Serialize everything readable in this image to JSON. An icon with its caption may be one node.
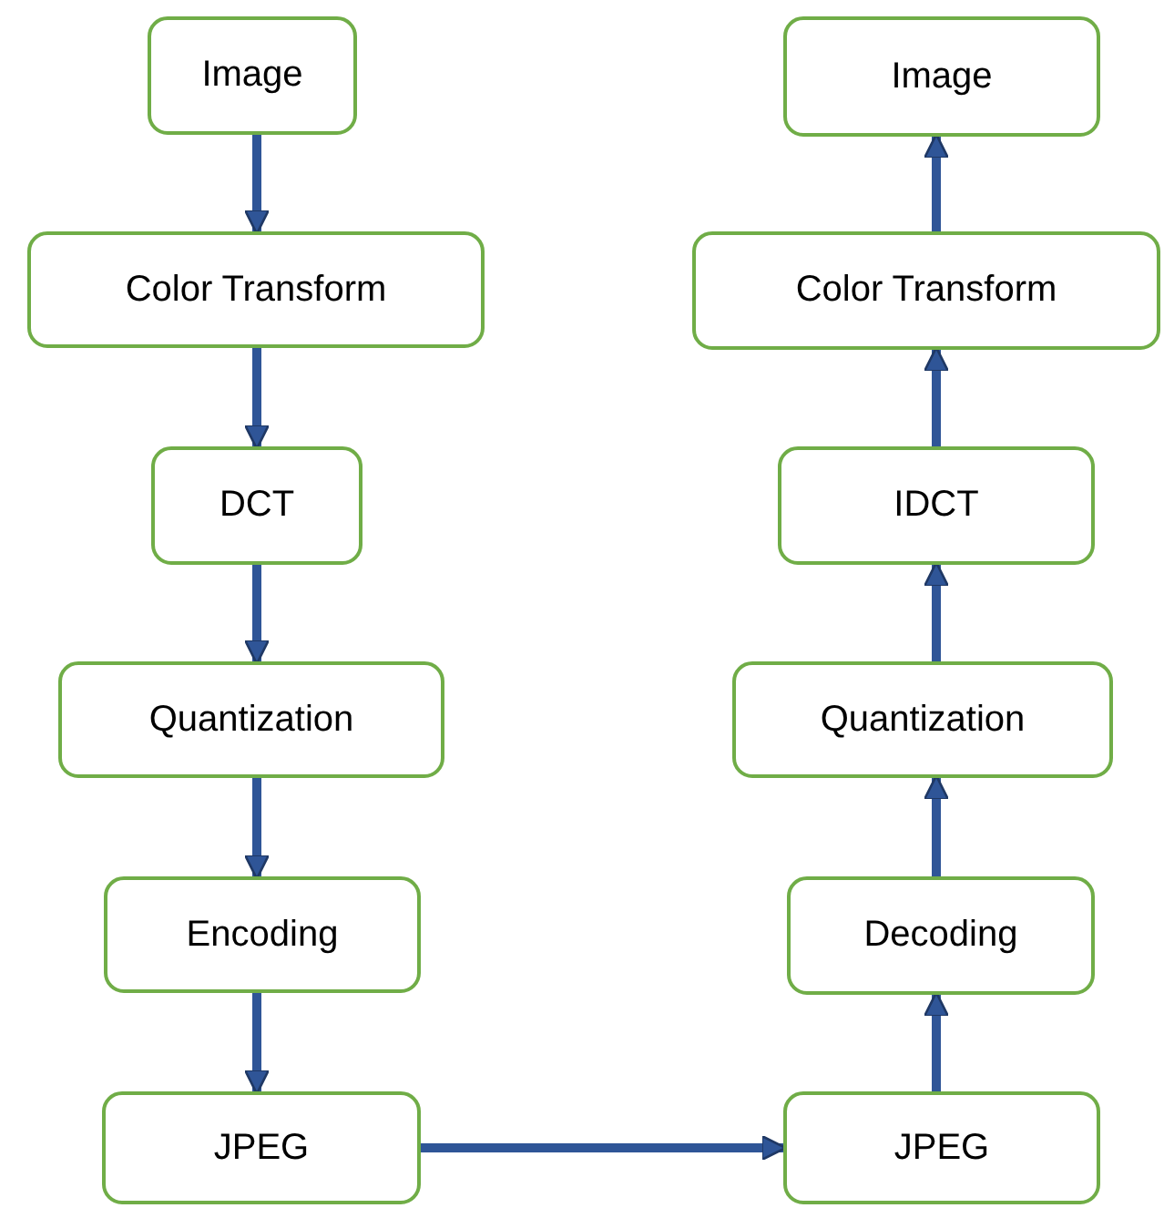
{
  "diagram": {
    "nodes": [
      {
        "text": [
          "Image"
        ]
      },
      {
        "text": [
          "Color Transform"
        ]
      },
      {
        "text": [
          "DCT"
        ]
      },
      {
        "text": [
          "Quantization"
        ]
      },
      {
        "text": [
          "Encoding"
        ]
      },
      {
        "text": [
          "JPEG"
        ]
      },
      {
        "text": [
          "Image"
        ]
      },
      {
        "text": [
          "Color Transform"
        ]
      },
      {
        "text": [
          "IDCT"
        ]
      },
      {
        "text": [
          "Quantization"
        ]
      },
      {
        "text": [
          "Decoding"
        ]
      },
      {
        "text": [
          "JPEG"
        ]
      }
    ],
    "edges": [
      {
        "from": 0,
        "to": 1,
        "arrow": "to"
      },
      {
        "from": 1,
        "to": 2,
        "arrow": "to"
      },
      {
        "from": 2,
        "to": 3,
        "arrow": "to"
      },
      {
        "from": 3,
        "to": 4,
        "arrow": "to"
      },
      {
        "from": 4,
        "to": 5,
        "arrow": "to"
      },
      {
        "from": 5,
        "to": 11,
        "arrow": "to"
      },
      {
        "from": 11,
        "to": 10,
        "arrow": "to"
      },
      {
        "from": 10,
        "to": 9,
        "arrow": "to"
      },
      {
        "from": 9,
        "to": 8,
        "arrow": "to"
      },
      {
        "from": 8,
        "to": 7,
        "arrow": "to"
      },
      {
        "from": 7,
        "to": 6,
        "arrow": "to"
      }
    ]
  }
}
